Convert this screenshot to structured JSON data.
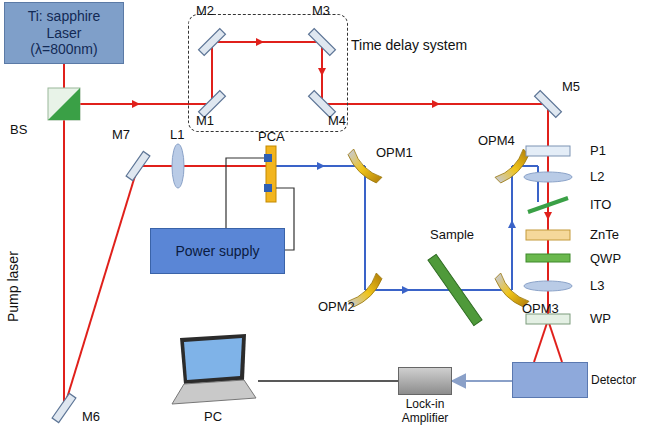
{
  "diagram": {
    "nodes": [
      {
        "text": [
          "Ti: sapphire Laser (λ=800nm)"
        ]
      },
      {
        "text": [
          "Time delay system"
        ]
      },
      {
        "text": [
          "Power supply"
        ]
      },
      {
        "text": [
          "Detector"
        ]
      },
      {
        "text": [
          "Lock-in Amplifier"
        ]
      },
      {
        "text": [
          "PC"
        ]
      }
    ],
    "edges": [
      {
        "from": 3,
        "to": 4,
        "arrow": "to"
      },
      {
        "from": 4,
        "to": 5,
        "arrow": "none"
      }
    ],
    "labels": [
      "BS",
      "M1",
      "M2",
      "M3",
      "M4",
      "M5",
      "M7",
      "L1",
      "PCA",
      "OPM1",
      "OPM4",
      "P1",
      "L2",
      "ITO",
      "Sample",
      "ZnTe",
      "QWP",
      "L3",
      "OPM2",
      "OPM3",
      "WP",
      "M6",
      "Pump laser"
    ]
  }
}
